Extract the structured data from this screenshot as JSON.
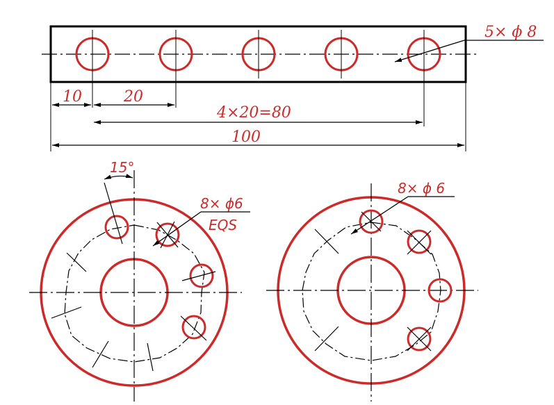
{
  "colors": {
    "line": "#000000",
    "accent": "#cc2b2b",
    "background": "#ffffff"
  },
  "plate": {
    "hole_callout": "5× ϕ 8",
    "dim_first": "10",
    "dim_pitch": "20",
    "dim_span": "4×20=80",
    "dim_total": "100"
  },
  "flange_left": {
    "angle_label": "15°",
    "hole_callout": "8× ϕ6",
    "note": "EQS"
  },
  "flange_right": {
    "hole_callout": "8× ϕ 6"
  }
}
